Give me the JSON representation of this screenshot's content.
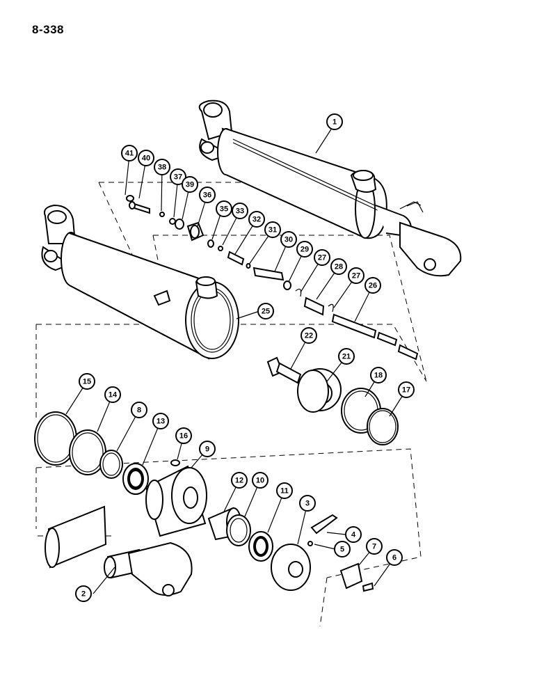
{
  "page": {
    "number": "8-338"
  },
  "diagram": {
    "callouts": [
      {
        "label": "1"
      },
      {
        "label": "41"
      },
      {
        "label": "40"
      },
      {
        "label": "38"
      },
      {
        "label": "37"
      },
      {
        "label": "39"
      },
      {
        "label": "36"
      },
      {
        "label": "35"
      },
      {
        "label": "33"
      },
      {
        "label": "32"
      },
      {
        "label": "31"
      },
      {
        "label": "30"
      },
      {
        "label": "29"
      },
      {
        "label": "27"
      },
      {
        "label": "28"
      },
      {
        "label": "27"
      },
      {
        "label": "26"
      },
      {
        "label": "25"
      },
      {
        "label": "22"
      },
      {
        "label": "21"
      },
      {
        "label": "18"
      },
      {
        "label": "17"
      },
      {
        "label": "15"
      },
      {
        "label": "14"
      },
      {
        "label": "8"
      },
      {
        "label": "13"
      },
      {
        "label": "16"
      },
      {
        "label": "9"
      },
      {
        "label": "12"
      },
      {
        "label": "10"
      },
      {
        "label": "11"
      },
      {
        "label": "3"
      },
      {
        "label": "4"
      },
      {
        "label": "5"
      },
      {
        "label": "7"
      },
      {
        "label": "6"
      },
      {
        "label": "2"
      }
    ]
  }
}
